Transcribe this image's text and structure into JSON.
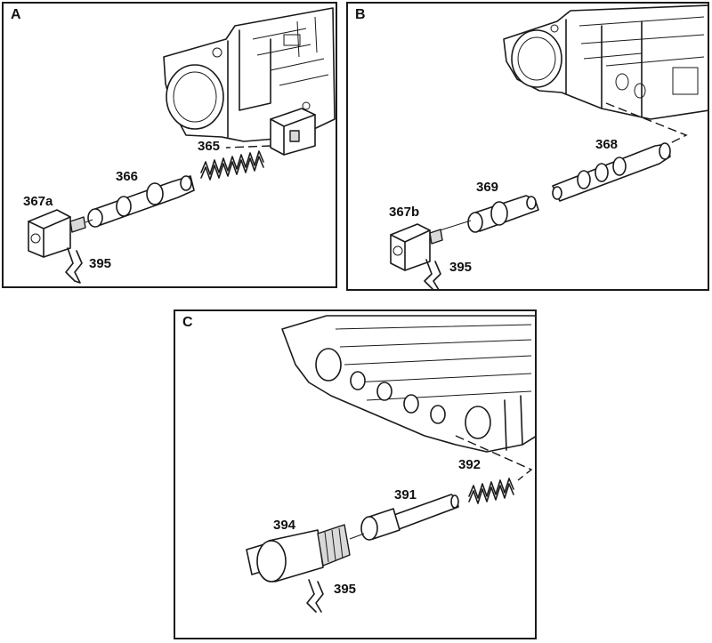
{
  "panels": [
    {
      "letter": "A",
      "callouts": [
        "365",
        "366",
        "367a",
        "395"
      ]
    },
    {
      "letter": "B",
      "callouts": [
        "368",
        "369",
        "367b",
        "395"
      ]
    },
    {
      "letter": "C",
      "callouts": [
        "392",
        "391",
        "394",
        "395"
      ]
    }
  ]
}
